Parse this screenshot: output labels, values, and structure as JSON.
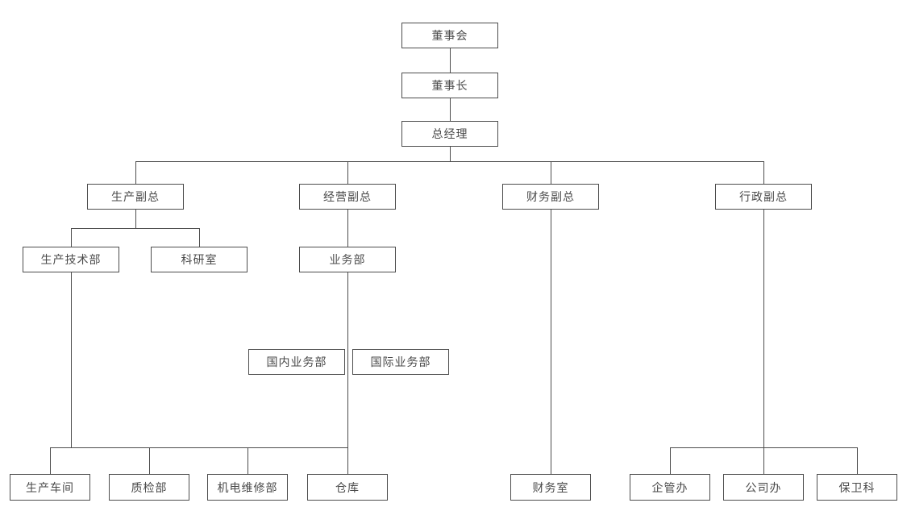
{
  "diagram_type": "org-chart",
  "colors": {
    "line": "#4d4d4d",
    "text": "#4a4a4a",
    "background": "#ffffff"
  },
  "nodes": {
    "board": {
      "label": "董事会"
    },
    "chairman": {
      "label": "董事长"
    },
    "general_manager": {
      "label": "总经理"
    },
    "production_vp": {
      "label": "生产副总"
    },
    "operations_vp": {
      "label": "经营副总"
    },
    "finance_vp": {
      "label": "财务副总"
    },
    "admin_vp": {
      "label": "行政副总"
    },
    "production_tech_dept": {
      "label": "生产技术部"
    },
    "research_office": {
      "label": "科研室"
    },
    "business_dept": {
      "label": "业务部"
    },
    "domestic_business_dept": {
      "label": "国内业务部"
    },
    "international_business_dept": {
      "label": "国际业务部"
    },
    "production_workshop": {
      "label": "生产车间"
    },
    "quality_inspection_dept": {
      "label": "质检部"
    },
    "mechatronics_maintenance_dept": {
      "label": "机电维修部"
    },
    "warehouse": {
      "label": "仓库"
    },
    "finance_office": {
      "label": "财务室"
    },
    "enterprise_mgmt_office": {
      "label": "企管办"
    },
    "company_office": {
      "label": "公司办"
    },
    "security_section": {
      "label": "保卫科"
    }
  },
  "edges": [
    [
      "board",
      "chairman"
    ],
    [
      "chairman",
      "general_manager"
    ],
    [
      "general_manager",
      "production_vp"
    ],
    [
      "general_manager",
      "operations_vp"
    ],
    [
      "general_manager",
      "finance_vp"
    ],
    [
      "general_manager",
      "admin_vp"
    ],
    [
      "production_vp",
      "production_tech_dept"
    ],
    [
      "production_vp",
      "research_office"
    ],
    [
      "operations_vp",
      "business_dept"
    ],
    [
      "business_dept",
      "domestic_business_dept"
    ],
    [
      "business_dept",
      "international_business_dept"
    ],
    [
      "production_tech_dept",
      "production_workshop"
    ],
    [
      "production_tech_dept",
      "quality_inspection_dept"
    ],
    [
      "production_tech_dept",
      "mechatronics_maintenance_dept"
    ],
    [
      "production_tech_dept",
      "warehouse"
    ],
    [
      "business_dept",
      "warehouse"
    ],
    [
      "finance_vp",
      "finance_office"
    ],
    [
      "admin_vp",
      "enterprise_mgmt_office"
    ],
    [
      "admin_vp",
      "company_office"
    ],
    [
      "admin_vp",
      "security_section"
    ]
  ]
}
